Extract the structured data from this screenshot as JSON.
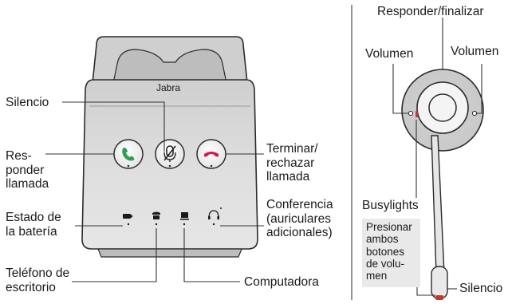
{
  "labels": {
    "silencio_left": "Silencio",
    "responder_llamada": "Res-\nponder\nllamada",
    "terminar": "Terminar/\nrechazar\nllamada",
    "estado_bateria": "Estado de\nla batería",
    "conferencia": "Conferencia\n(auriculares\nadicionales)",
    "telefono_escritorio": "Teléfono de\nescritorio",
    "computadora": "Computadora",
    "responder_finalizar": "Responder/finalizar",
    "volumen_left": "Volumen",
    "volumen_right": "Volumen",
    "busylights": "Busylights",
    "presionar_note": "Presionar\nambos\nbotones\nde volu-\nmen",
    "silencio_right": "Silencio"
  },
  "device": {
    "brand": "Jabra"
  },
  "colors": {
    "line": "#333333",
    "answer_green": "#2ea04f",
    "end_red": "#d4145a",
    "busylight_red": "#c0392b",
    "base_body": "#d6d6d6",
    "note_bg": "#e9e9e9"
  },
  "icons": [
    "answer-call-icon",
    "mute-mic-icon",
    "end-call-icon",
    "battery-icon",
    "desk-phone-icon",
    "computer-icon",
    "conference-headset-icon"
  ]
}
